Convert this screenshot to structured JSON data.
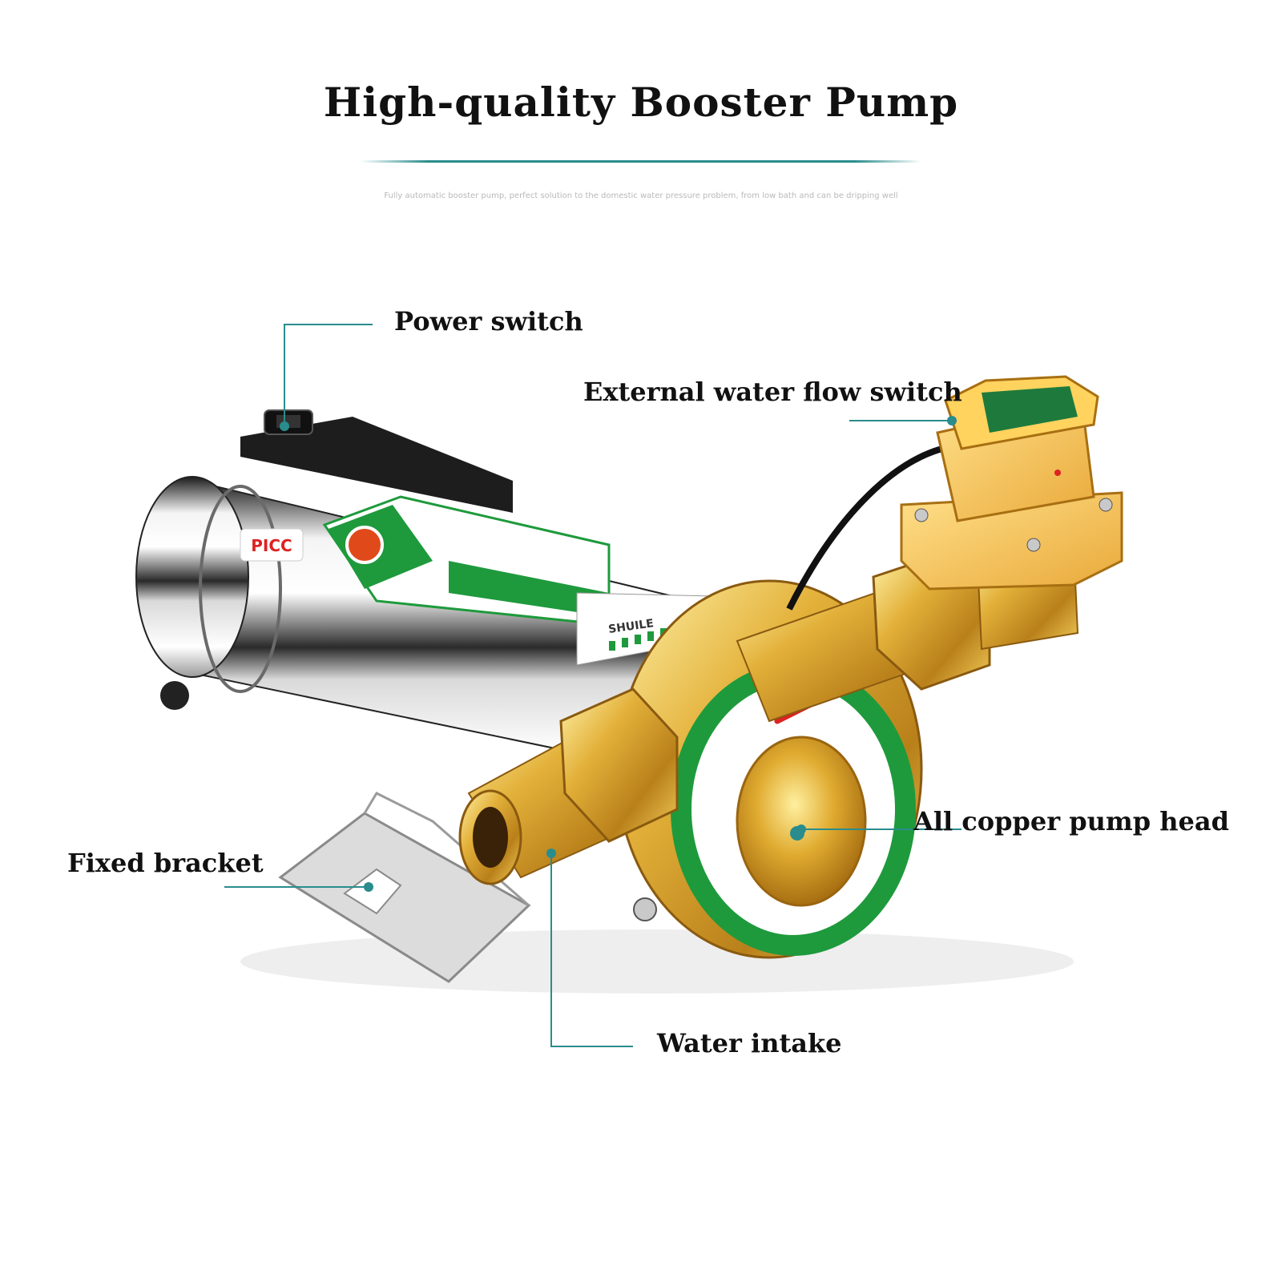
{
  "title": "High-quality Booster Pump",
  "subtitle": "Fully automatic booster pump, perfect solution to the domestic water pressure problem, from low bath and can be dripping well",
  "callouts": {
    "power_switch": "Power switch",
    "external_flow_switch": "External water flow switch",
    "pump_head": "All copper pump head",
    "fixed_bracket": "Fixed bracket",
    "water_intake": "Water intake"
  },
  "product_marks": {
    "picc_logo": "PICC",
    "motor_label_brand": "SHUILE"
  },
  "colors": {
    "accent_teal": "#2a8c8c",
    "brass": "#d9a92c",
    "label_green": "#1e9a3c",
    "flow_switch_yellow": "#f2c14e"
  }
}
